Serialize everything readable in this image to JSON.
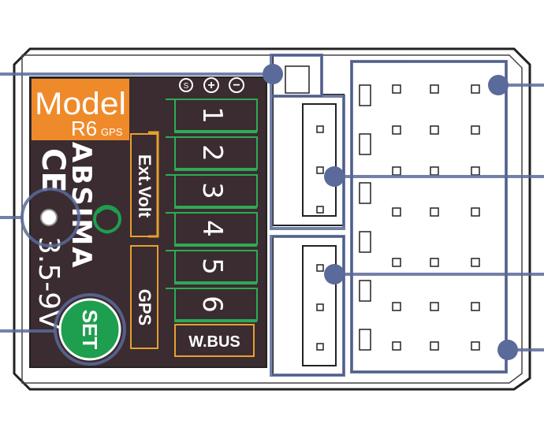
{
  "receiver": {
    "model_label": "Model",
    "model_name": "R6",
    "model_suffix": "GPS",
    "ce_mark": "CE",
    "brand_partial": "ABSIMA",
    "voltage": "3.5-9V",
    "set_label": "SET",
    "ext_volt_label": "Ext.Volt",
    "gps_label": "GPS",
    "wbus_label": "W.BUS",
    "channels": [
      "1",
      "2",
      "3",
      "4",
      "5",
      "6"
    ],
    "polarity_symbols": [
      "S",
      "+",
      "−"
    ]
  },
  "colors": {
    "board_fill": "#3a2c30",
    "outline": "#222222",
    "orange": "#ef8a2a",
    "green": "#1e9e4f",
    "callout": "#5a6a9a",
    "trace_orange": "#e6a030",
    "trace_green": "#2eaa55"
  }
}
